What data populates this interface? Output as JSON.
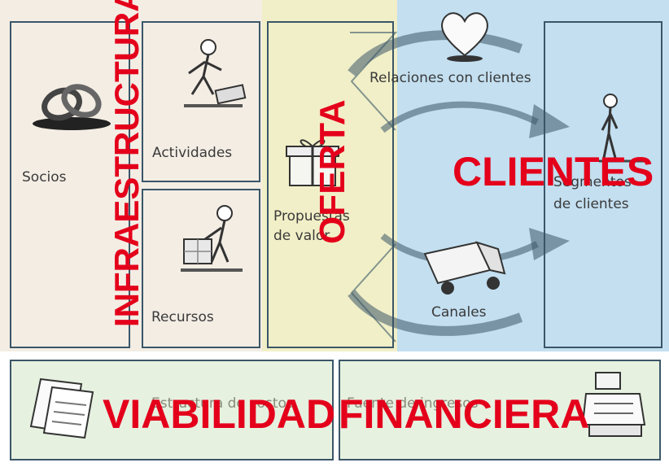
{
  "blocks": {
    "socios": "Socios",
    "actividades": "Actividades",
    "recursos": "Recursos",
    "propuesta_line1": "Propuestas",
    "propuesta_line2": "de valor",
    "relaciones": "Relaciones con clientes",
    "canales": "Canales",
    "segmentos_line1": "Segmentos",
    "segmentos_line2": "de clientes",
    "costos": "Estructura de costos",
    "ingresos": "Fuente de ingresos"
  },
  "overlays": {
    "infraestructura": "INFRAESTRUCTURA",
    "oferta": "OFERTA",
    "clientes": "CLIENTES",
    "viabilidad": "VIABILIDAD",
    "financiera": "FINANCIERA"
  },
  "colors": {
    "infra_zone": "#f3ede4",
    "oferta_zone": "#f1efc7",
    "clientes_zone": "#c3dff0",
    "finanzas_zone": "#e6f1e0",
    "outline": "#3b5668",
    "overlay_red": "#e4001b"
  },
  "icons": [
    "rings-icon",
    "worker-digging-icon",
    "worker-pushing-crate-icon",
    "gift-box-icon",
    "heart-icon",
    "standing-person-icon",
    "delivery-truck-icon",
    "invoice-papers-icon",
    "cash-register-icon"
  ]
}
